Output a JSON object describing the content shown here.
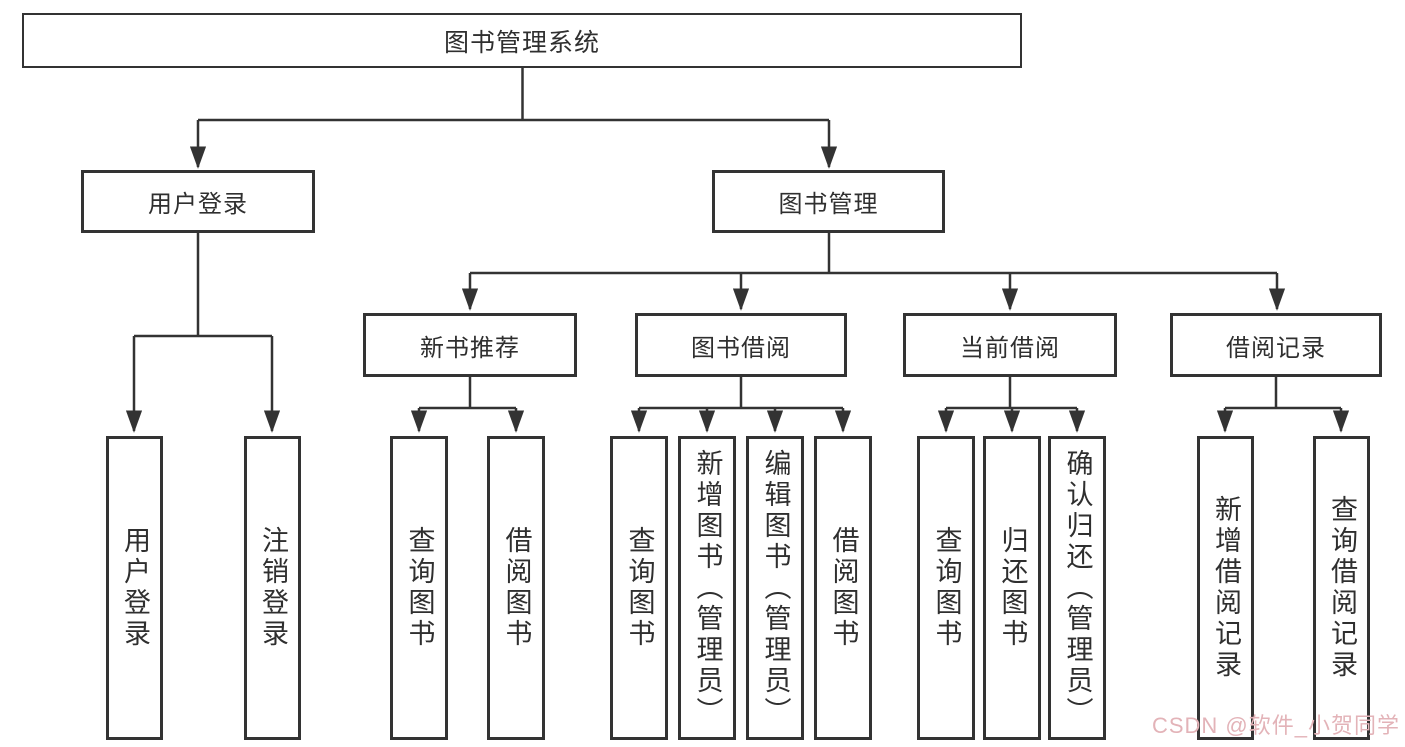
{
  "tree": {
    "label": "图书管理系统",
    "children": [
      {
        "label": "用户登录",
        "children": [
          {
            "label": "用户登录"
          },
          {
            "label": "注销登录"
          }
        ]
      },
      {
        "label": "图书管理",
        "children": [
          {
            "label": "新书推荐",
            "children": [
              {
                "label": "查询图书"
              },
              {
                "label": "借阅图书"
              }
            ]
          },
          {
            "label": "图书借阅",
            "children": [
              {
                "label": "查询图书"
              },
              {
                "label": "新增图书（管理员）"
              },
              {
                "label": "编辑图书（管理员）"
              },
              {
                "label": "借阅图书"
              }
            ]
          },
          {
            "label": "当前借阅",
            "children": [
              {
                "label": "查询图书"
              },
              {
                "label": "归还图书"
              },
              {
                "label": "确认归还（管理员）"
              }
            ]
          },
          {
            "label": "借阅记录",
            "children": [
              {
                "label": "新增借阅记录"
              },
              {
                "label": "查询借阅记录"
              }
            ]
          }
        ]
      }
    ]
  },
  "watermark": {
    "text": "CSDN @软件_小贺同学",
    "color": "#e3b3b8"
  },
  "colors": {
    "line": "#333333",
    "box_border": "#333333",
    "box_background": "#ffffff",
    "text": "#2f2f2f",
    "page_background": "#ffffff"
  }
}
